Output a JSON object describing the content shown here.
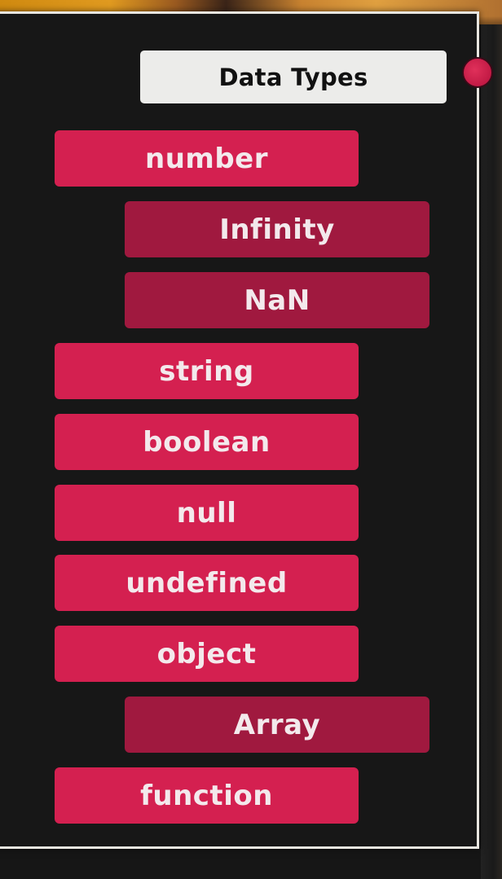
{
  "title": "Data Types",
  "colors": {
    "primary_chip": "#d42050",
    "child_chip": "#a0193f",
    "title_bg": "#ececea",
    "panel_bg": "#171717",
    "indicator_dot": "#c21a45"
  },
  "types": [
    {
      "label": "number",
      "level": "primary"
    },
    {
      "label": "Infinity",
      "level": "child"
    },
    {
      "label": "NaN",
      "level": "child"
    },
    {
      "label": "string",
      "level": "primary"
    },
    {
      "label": "boolean",
      "level": "primary"
    },
    {
      "label": "null",
      "level": "primary"
    },
    {
      "label": "undefined",
      "level": "primary"
    },
    {
      "label": "object",
      "level": "primary"
    },
    {
      "label": "Array",
      "level": "child"
    },
    {
      "label": "function",
      "level": "primary"
    }
  ]
}
